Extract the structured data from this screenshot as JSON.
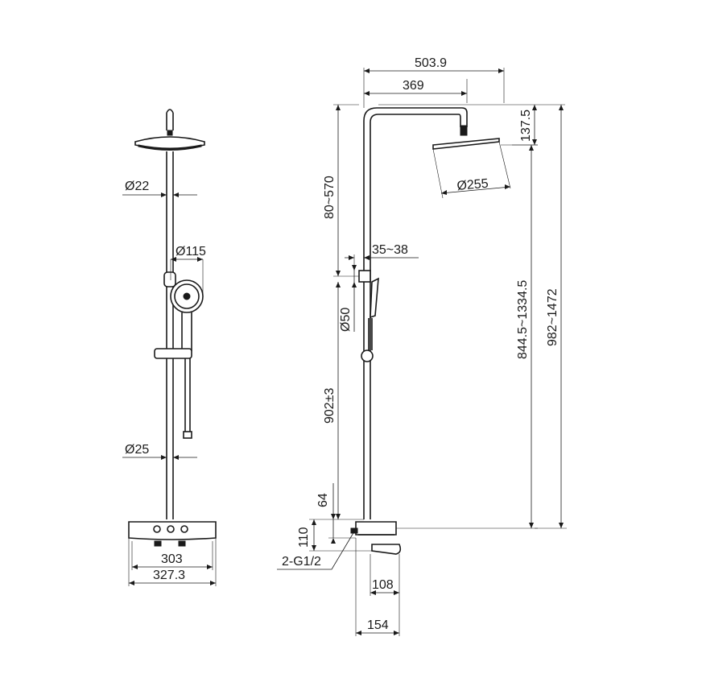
{
  "front_view": {
    "pipe_diameter": "Ø22",
    "hand_shower_diameter": "Ø115",
    "rail_diameter": "Ø25",
    "valve_width": "303",
    "overall_width": "327.3"
  },
  "side_view": {
    "overall_reach": "503.9",
    "arm_reach": "369",
    "head_drop": "137.5",
    "head_diameter": "Ø255",
    "adjust_range": "80~570",
    "wall_offset": "35~38",
    "bracket_diameter": "Ø50",
    "riser_range": "844.5~1334.5",
    "overall_height": "982~1472",
    "bracket_height": "902±3",
    "valve_top_height": "64",
    "valve_height": "110",
    "inlet_thread": "2-G1/2",
    "spout_projection": "108",
    "valve_depth": "154"
  }
}
